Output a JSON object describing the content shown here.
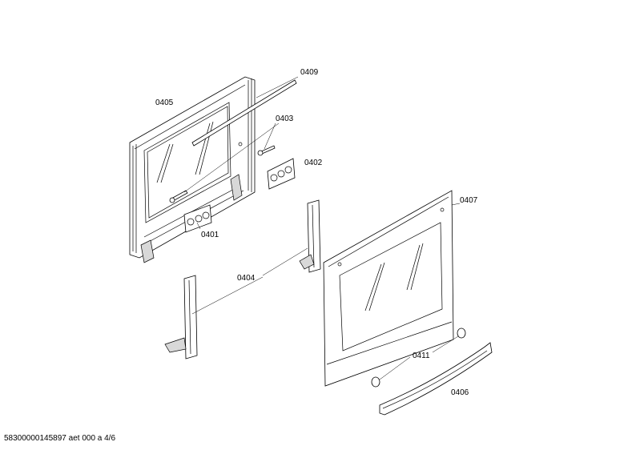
{
  "parts": [
    {
      "id": "inner-frame",
      "label": "0405"
    },
    {
      "id": "rod",
      "label": "0409"
    },
    {
      "id": "screws",
      "label": "0403"
    },
    {
      "id": "hinge-cover-right",
      "label": "0402"
    },
    {
      "id": "hinge-cover-left",
      "label": "0401"
    },
    {
      "id": "hinges",
      "label": "0404"
    },
    {
      "id": "outer-door",
      "label": "0407"
    },
    {
      "id": "handle-caps",
      "label": "0411"
    },
    {
      "id": "handle",
      "label": "0406"
    }
  ],
  "footer": "58300000145897 aet 000 a 4/6"
}
